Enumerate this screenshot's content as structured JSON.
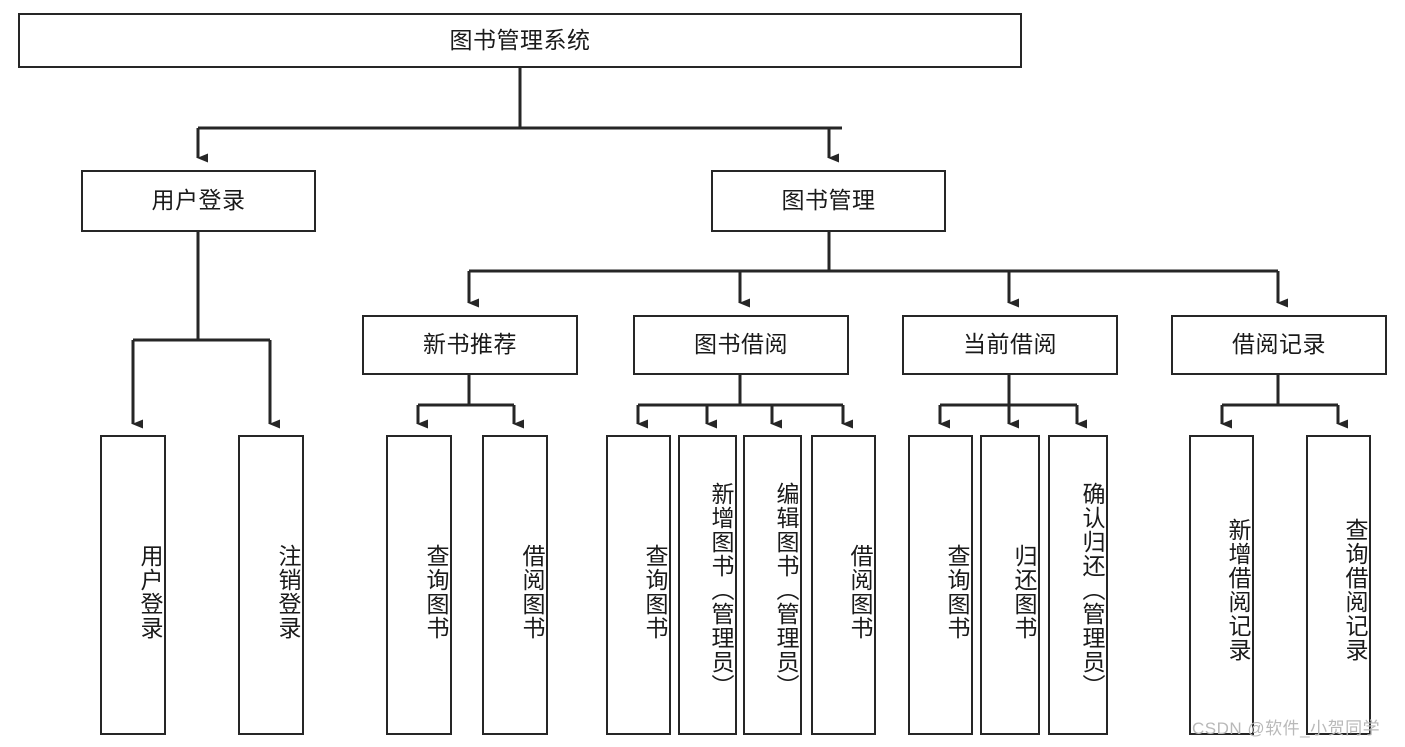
{
  "diagram": {
    "title": "图书管理系统",
    "orientation": "top-down-tree",
    "levels": [
      {
        "level": 1,
        "nodes": [
          {
            "id": "root",
            "label": "图书管理系统",
            "text_direction": "horizontal"
          }
        ]
      },
      {
        "level": 2,
        "nodes": [
          {
            "id": "user-login",
            "label": "用户登录",
            "text_direction": "horizontal"
          },
          {
            "id": "book-manage",
            "label": "图书管理",
            "text_direction": "horizontal"
          }
        ]
      },
      {
        "level": 3,
        "nodes": [
          {
            "id": "new-book-rec",
            "label": "新书推荐",
            "text_direction": "horizontal"
          },
          {
            "id": "book-borrow",
            "label": "图书借阅",
            "text_direction": "horizontal"
          },
          {
            "id": "current-borrow",
            "label": "当前借阅",
            "text_direction": "horizontal"
          },
          {
            "id": "borrow-record",
            "label": "借阅记录",
            "text_direction": "horizontal"
          }
        ]
      },
      {
        "level": 4,
        "nodes": [
          {
            "id": "leaf-user-login",
            "label": "用户登录",
            "parent": "user-login",
            "text_direction": "vertical"
          },
          {
            "id": "leaf-logout-login",
            "label": "注销登录",
            "parent": "user-login",
            "text_direction": "vertical"
          },
          {
            "id": "leaf-query-book-1",
            "label": "查询图书",
            "parent": "new-book-rec",
            "text_direction": "vertical"
          },
          {
            "id": "leaf-borrow-book-1",
            "label": "借阅图书",
            "parent": "new-book-rec",
            "text_direction": "vertical"
          },
          {
            "id": "leaf-query-book-2",
            "label": "查询图书",
            "parent": "book-borrow",
            "text_direction": "vertical"
          },
          {
            "id": "leaf-add-book",
            "label": "新增图书（管理员）",
            "parent": "book-borrow",
            "text_direction": "vertical"
          },
          {
            "id": "leaf-edit-book",
            "label": "编辑图书（管理员）",
            "parent": "book-borrow",
            "text_direction": "vertical"
          },
          {
            "id": "leaf-borrow-book-2",
            "label": "借阅图书",
            "parent": "book-borrow",
            "text_direction": "vertical"
          },
          {
            "id": "leaf-query-book-3",
            "label": "查询图书",
            "parent": "current-borrow",
            "text_direction": "vertical"
          },
          {
            "id": "leaf-return-book",
            "label": "归还图书",
            "parent": "current-borrow",
            "text_direction": "vertical"
          },
          {
            "id": "leaf-confirm-return",
            "label": "确认归还（管理员）",
            "parent": "current-borrow",
            "text_direction": "vertical"
          },
          {
            "id": "leaf-add-record",
            "label": "新增借阅记录",
            "parent": "borrow-record",
            "text_direction": "vertical"
          },
          {
            "id": "leaf-query-record",
            "label": "查询借阅记录",
            "parent": "borrow-record",
            "text_direction": "vertical"
          }
        ]
      }
    ],
    "edges": [
      {
        "from": "root",
        "to": "user-login"
      },
      {
        "from": "root",
        "to": "book-manage"
      },
      {
        "from": "user-login",
        "to": "leaf-user-login"
      },
      {
        "from": "user-login",
        "to": "leaf-logout-login"
      },
      {
        "from": "book-manage",
        "to": "new-book-rec"
      },
      {
        "from": "book-manage",
        "to": "book-borrow"
      },
      {
        "from": "book-manage",
        "to": "current-borrow"
      },
      {
        "from": "book-manage",
        "to": "borrow-record"
      },
      {
        "from": "new-book-rec",
        "to": "leaf-query-book-1"
      },
      {
        "from": "new-book-rec",
        "to": "leaf-borrow-book-1"
      },
      {
        "from": "book-borrow",
        "to": "leaf-query-book-2"
      },
      {
        "from": "book-borrow",
        "to": "leaf-add-book"
      },
      {
        "from": "book-borrow",
        "to": "leaf-edit-book"
      },
      {
        "from": "book-borrow",
        "to": "leaf-borrow-book-2"
      },
      {
        "from": "current-borrow",
        "to": "leaf-query-book-3"
      },
      {
        "from": "current-borrow",
        "to": "leaf-return-book"
      },
      {
        "from": "current-borrow",
        "to": "leaf-confirm-return"
      },
      {
        "from": "borrow-record",
        "to": "leaf-add-record"
      },
      {
        "from": "borrow-record",
        "to": "leaf-query-record"
      }
    ],
    "colors": {
      "background": "#ffffff",
      "node_fill": "#ffffff",
      "node_stroke": "#262626",
      "edge_stroke": "#262626",
      "text": "#1a1a1a",
      "watermark": "#b9b9b9"
    }
  },
  "watermark": {
    "text": "CSDN @软件_小贺同学"
  }
}
